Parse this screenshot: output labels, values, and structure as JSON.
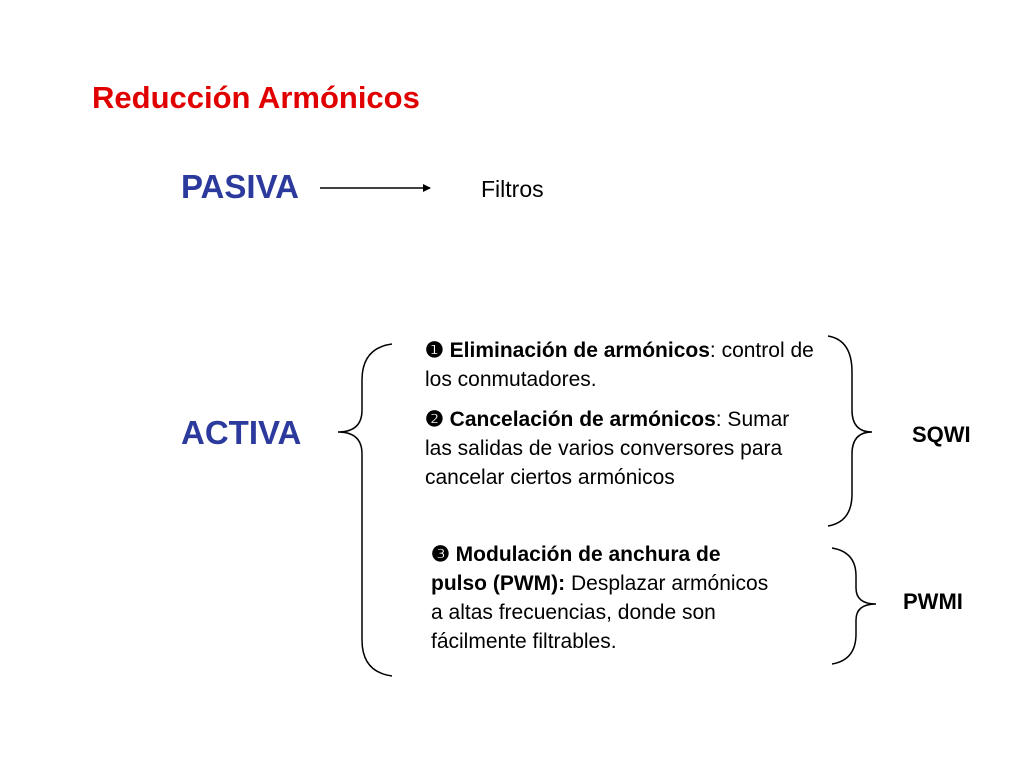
{
  "title": "Reducción Armónicos",
  "passive": {
    "label": "PASIVA",
    "target": "Filtros"
  },
  "active": {
    "label": "ACTIVA",
    "items": [
      {
        "marker": "❶",
        "bold": "Eliminación de armónicos",
        "text": ": control de los conmutadores."
      },
      {
        "marker": "❷",
        "bold": "Cancelación de armónicos",
        "text": ": Sumar las salidas de varios conversores para cancelar ciertos armónicos"
      },
      {
        "marker": "❸",
        "bold": "Modulación de anchura de pulso (PWM):",
        "text": " Desplazar armónicos a altas frecuencias, donde son fácilmente filtrables."
      }
    ],
    "groups": [
      {
        "label": "SQWI"
      },
      {
        "label": "PWMI"
      }
    ]
  }
}
